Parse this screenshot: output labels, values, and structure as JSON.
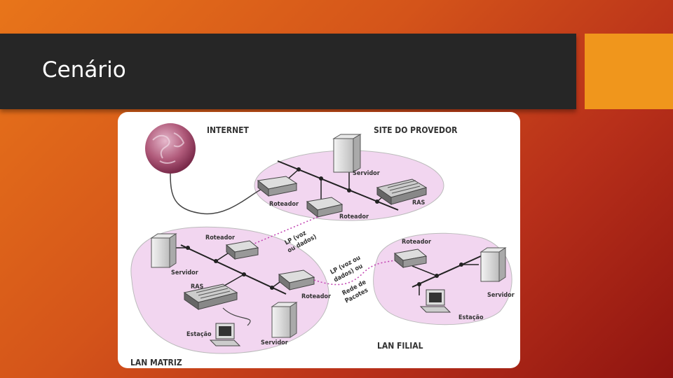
{
  "slide": {
    "title": "Cenário"
  },
  "diagram": {
    "labels": {
      "internet": "INTERNET",
      "site_provedor": "SITE DO PROVEDOR",
      "lan_matriz": "LAN MATRIZ",
      "lan_filial": "LAN FILIAL",
      "servidor_provedor": "Servidor",
      "roteador_provedor_1": "Roteador",
      "roteador_provedor_2": "Roteador",
      "ras_provedor": "RAS",
      "lp_1_line1": "LP (voz",
      "lp_1_line2": "ou dados)",
      "roteador_matriz_1": "Roteador",
      "servidor_matriz_1": "Servidor",
      "ras_matriz": "RAS",
      "roteador_matriz_2": "Roteador",
      "estacao_matriz": "Estação",
      "servidor_matriz_2": "Servidor",
      "lp_2_line1": "LP (voz ou",
      "lp_2_line2": "dados) ou",
      "lp_2_line3": "Rede de",
      "lp_2_line4": "Pacotes",
      "roteador_filial": "Roteador",
      "servidor_filial": "Servidor",
      "estacao_filial": "Estação"
    },
    "colors": {
      "lan_fill": "#f2d6f0",
      "globe": "#b05a7a",
      "link_dotted": "#c040b0"
    }
  }
}
